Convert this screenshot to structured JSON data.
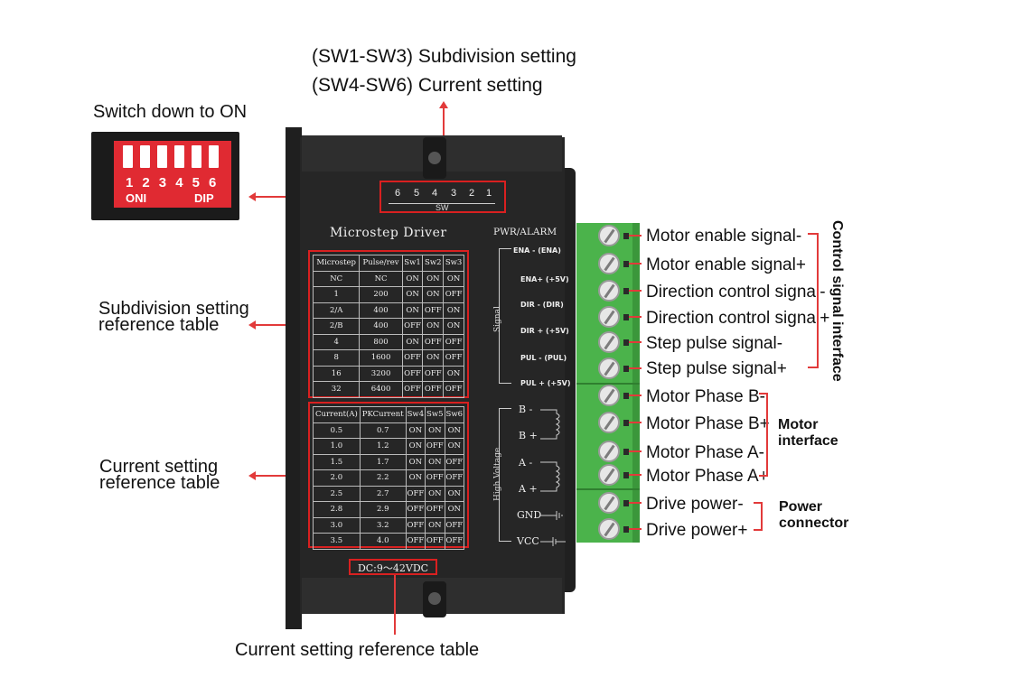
{
  "annotations": {
    "top_line1": "(SW1-SW3) Subdivision setting",
    "top_line2": "(SW4-SW6) Current setting",
    "switch_down": "Switch down to ON",
    "subdivision_ref_line1": "Subdivision setting",
    "subdivision_ref_line2": "reference table",
    "current_ref_line1": "Current setting",
    "current_ref_line2": "reference table",
    "bottom": "Current setting reference table",
    "control_signal_interface": "Control signal interface",
    "motor_interface_line1": "Motor",
    "motor_interface_line2": "interface",
    "power_connector_line1": "Power",
    "power_connector_line2": "connector"
  },
  "dip_switch": {
    "numbers": [
      "1",
      "2",
      "3",
      "4",
      "5",
      "6"
    ],
    "on_label": "ONI",
    "dip_label": "DIP"
  },
  "driver": {
    "sw_numbers": [
      "6",
      "5",
      "4",
      "3",
      "2",
      "1"
    ],
    "sw_label": "SW",
    "title": "Microstep Driver",
    "pwr_alarm": "PWR/ALARM",
    "dc_range": "DC:9～42VDC",
    "signal_group": "Signal",
    "high_voltage_group": "High Voltage"
  },
  "subdivision_table": {
    "headers": [
      "Microstep",
      "Pulse/rev",
      "Sw1",
      "Sw2",
      "Sw3"
    ],
    "rows": [
      [
        "NC",
        "NC",
        "ON",
        "ON",
        "ON"
      ],
      [
        "1",
        "200",
        "ON",
        "ON",
        "OFF"
      ],
      [
        "2/A",
        "400",
        "ON",
        "OFF",
        "ON"
      ],
      [
        "2/B",
        "400",
        "OFF",
        "ON",
        "ON"
      ],
      [
        "4",
        "800",
        "ON",
        "OFF",
        "OFF"
      ],
      [
        "8",
        "1600",
        "OFF",
        "ON",
        "OFF"
      ],
      [
        "16",
        "3200",
        "OFF",
        "OFF",
        "ON"
      ],
      [
        "32",
        "6400",
        "OFF",
        "OFF",
        "OFF"
      ]
    ]
  },
  "current_table": {
    "headers": [
      "Current(A)",
      "PKCurrent",
      "Sw4",
      "Sw5",
      "Sw6"
    ],
    "rows": [
      [
        "0.5",
        "0.7",
        "ON",
        "ON",
        "ON"
      ],
      [
        "1.0",
        "1.2",
        "ON",
        "OFF",
        "ON"
      ],
      [
        "1.5",
        "1.7",
        "ON",
        "ON",
        "OFF"
      ],
      [
        "2.0",
        "2.2",
        "ON",
        "OFF",
        "OFF"
      ],
      [
        "2.5",
        "2.7",
        "OFF",
        "ON",
        "ON"
      ],
      [
        "2.8",
        "2.9",
        "OFF",
        "OFF",
        "ON"
      ],
      [
        "3.0",
        "3.2",
        "OFF",
        "ON",
        "OFF"
      ],
      [
        "3.5",
        "4.0",
        "OFF",
        "OFF",
        "OFF"
      ]
    ]
  },
  "signal_terminals": [
    "ENA - (ENA)",
    "ENA+ (+5V)",
    "DIR - (DIR)",
    "DIR + (+5V)",
    "PUL - (PUL)",
    "PUL + (+5V)"
  ],
  "power_terminals": [
    "B -",
    "B +",
    "A -",
    "A +",
    "GND",
    "VCC"
  ],
  "terminal_labels": [
    "Motor enable signal-",
    "Motor enable signal+",
    "Direction control signal-",
    "Direction control signal+",
    "Step pulse signal-",
    "Step pulse signal+",
    "Motor Phase B-",
    "Motor Phase B+",
    "Motor Phase A-",
    "Motor Phase A+",
    "Drive power-",
    "Drive power+"
  ],
  "colors": {
    "accent_red": "#e23a3a",
    "terminal_green": "#4bb34b",
    "driver_body": "#262626",
    "dip_red": "#e02a32"
  }
}
